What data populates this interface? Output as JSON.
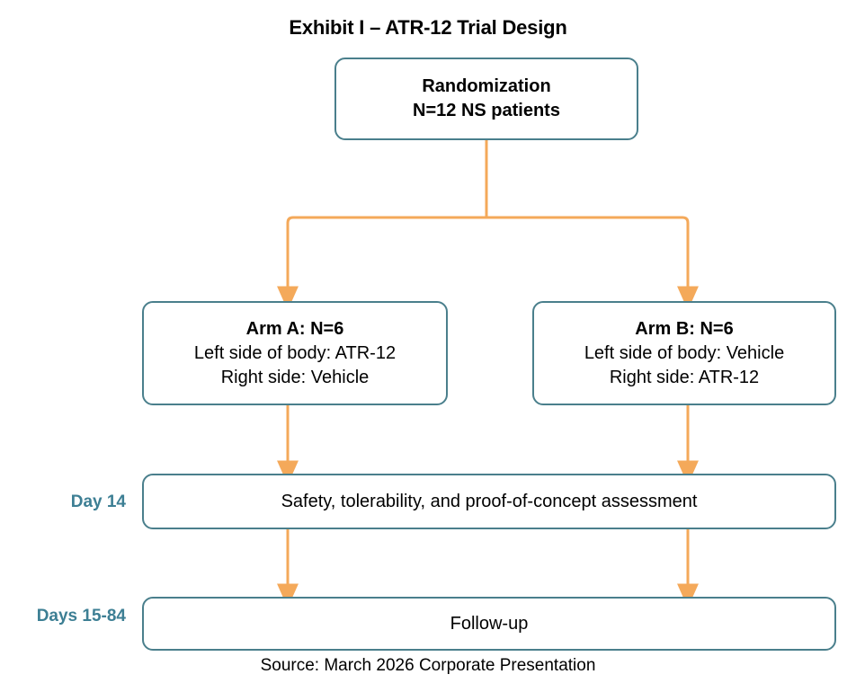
{
  "title": "Exhibit I – ATR-12 Trial Design",
  "source": "Source: March 2026 Corporate Presentation",
  "colors": {
    "box_border": "#4a7f8c",
    "connector": "#f4a95a",
    "stage_label": "#3d7f94",
    "text": "#000000",
    "background": "#ffffff"
  },
  "nodes": {
    "randomization": {
      "lines": [
        "Randomization",
        "N=12 NS patients"
      ]
    },
    "arm_a": {
      "heading": "Arm A: N=6",
      "lines": [
        "Left side of body: ATR-12",
        "Right side: Vehicle"
      ]
    },
    "arm_b": {
      "heading": "Arm B: N=6",
      "lines": [
        "Left side of body: Vehicle",
        "Right side: ATR-12"
      ]
    },
    "assessment": {
      "lines": [
        "Safety, tolerability, and proof-of-concept assessment"
      ]
    },
    "followup": {
      "lines": [
        "Follow-up"
      ]
    }
  },
  "stage_labels": {
    "day_14": "Day 14",
    "days_15_84": "Days 15-84"
  }
}
